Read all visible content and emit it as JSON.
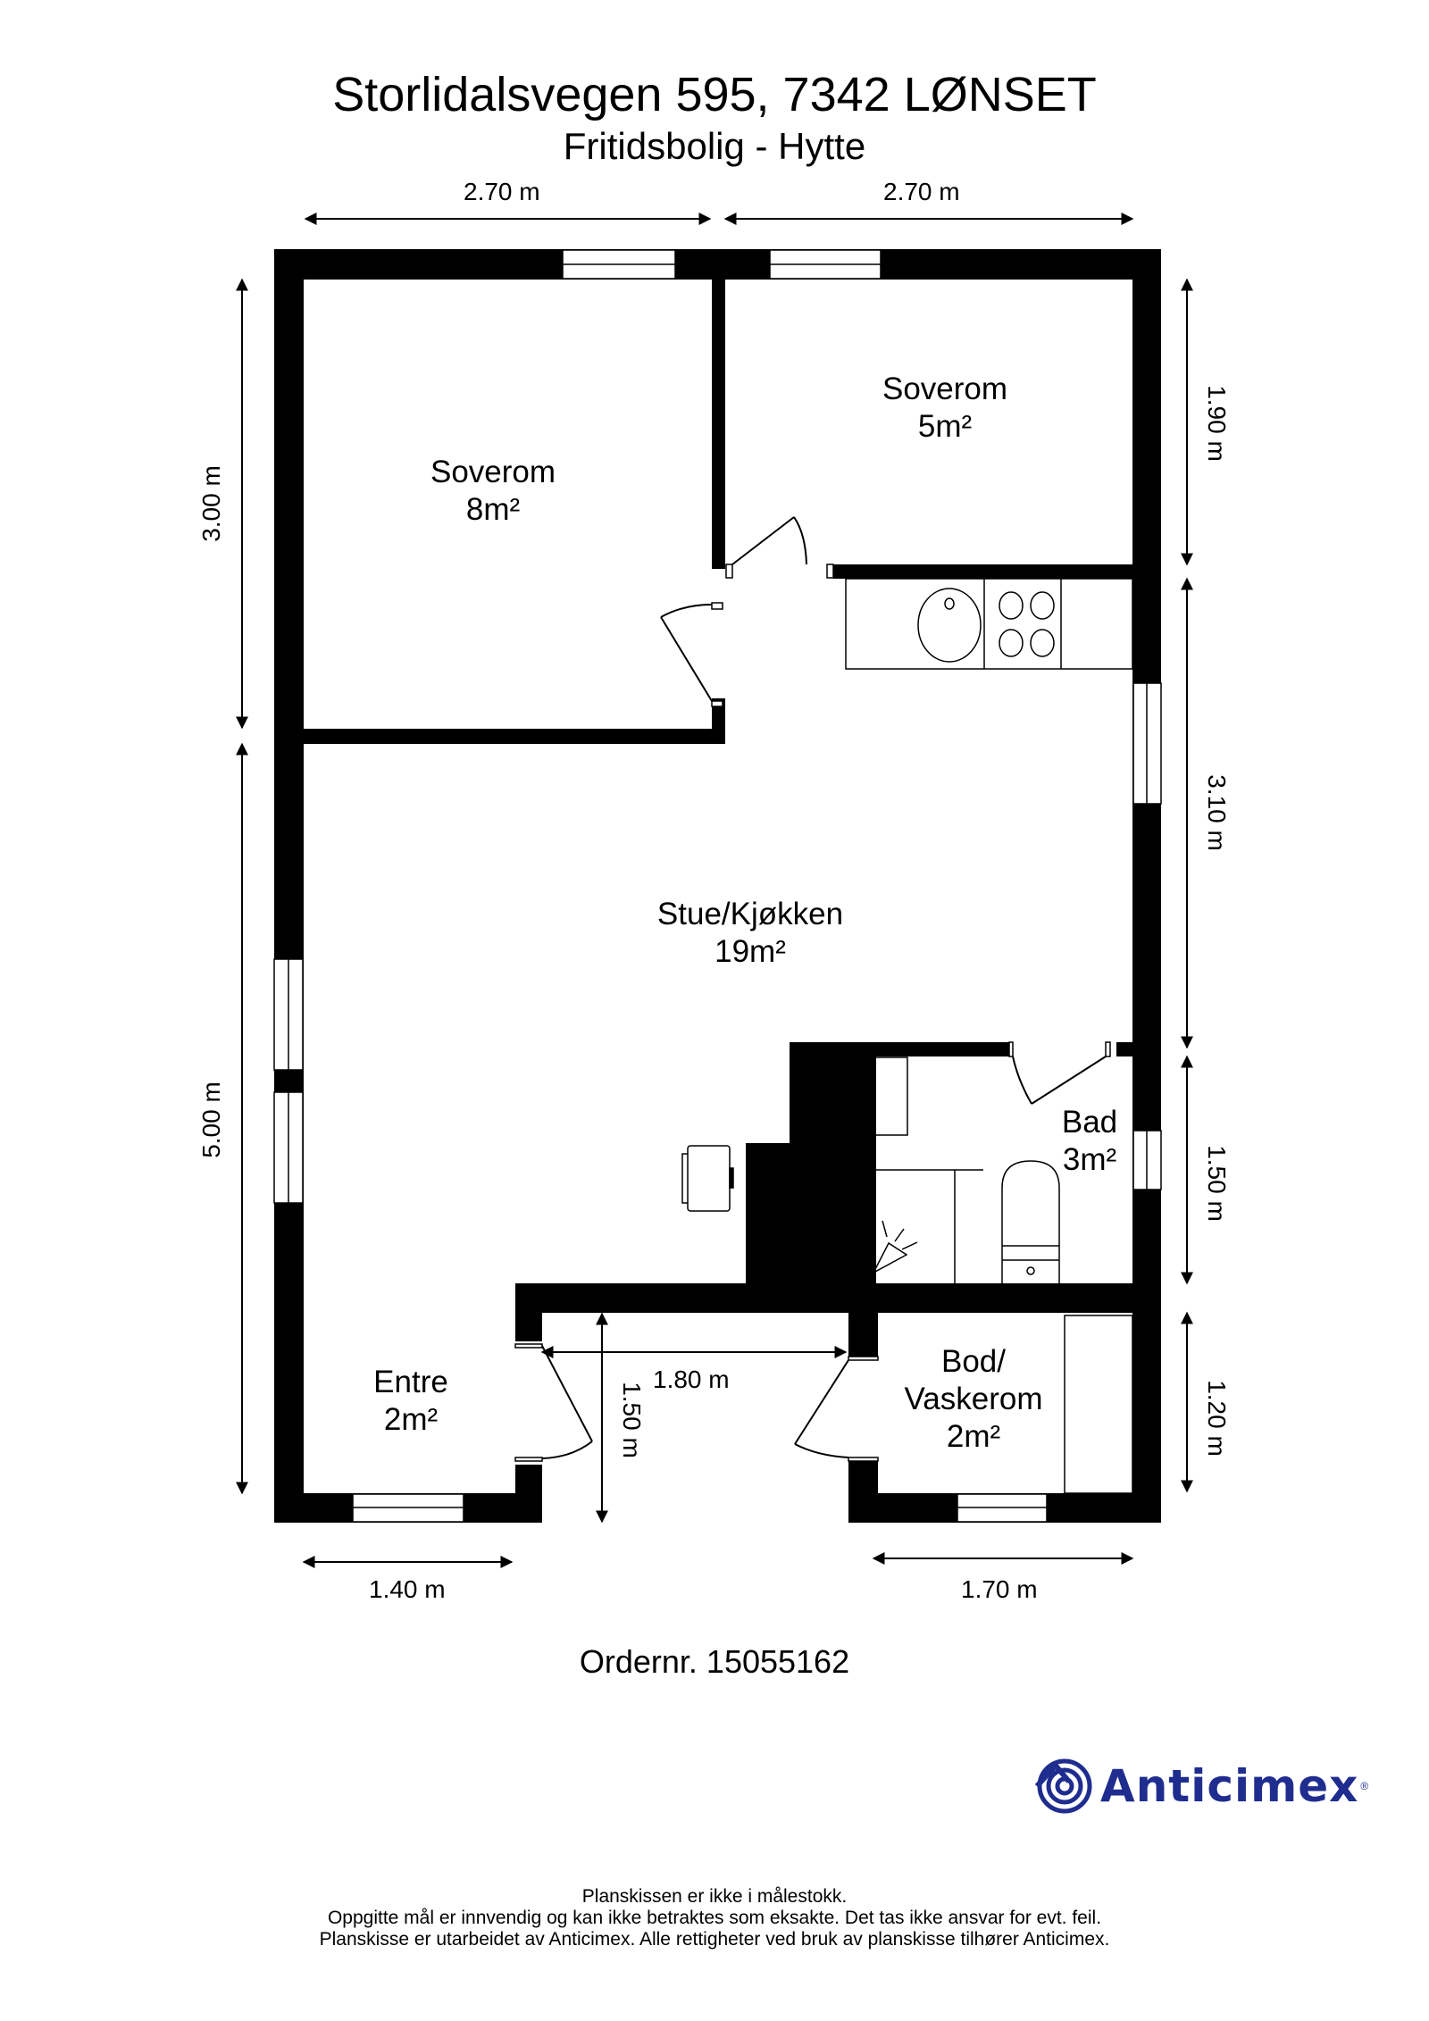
{
  "header": {
    "address": "Storlidalsvegen 595, 7342 LØNSET",
    "property_type": "Fritidsbolig - Hytte"
  },
  "rooms": [
    {
      "name": "Soverom",
      "area": "8m²"
    },
    {
      "name": "Soverom",
      "area": "5m²"
    },
    {
      "name": "Stue/Kjøkken",
      "area": "19m²"
    },
    {
      "name": "Bad",
      "area": "3m²"
    },
    {
      "name": "Entre",
      "area": "2m²"
    },
    {
      "name": "Bod/",
      "name2": "Vaskerom",
      "area": "2m²"
    }
  ],
  "dimensions": {
    "top_left": "2.70 m",
    "top_right": "2.70 m",
    "left_upper": "3.00 m",
    "left_lower": "5.00 m",
    "right_1": "1.90 m",
    "right_2": "3.10 m",
    "right_3": "1.50 m",
    "right_4": "1.20 m",
    "bottom_left": "1.40 m",
    "bottom_right": "1.70 m",
    "porch_width": "1.80 m",
    "porch_depth": "1.50 m"
  },
  "footer": {
    "order_number": "Ordernr. 15055162",
    "logo_text": "Anticimex",
    "logo_registered": "®",
    "disclaimer_lines": [
      "Planskissen er ikke i målestokk.",
      "Oppgitte mål er innvendig og kan ikke betraktes som eksakte. Det tas ikke ansvar for evt. feil.",
      "Planskisse er utarbeidet av Anticimex. Alle rettigheter ved bruk av planskisse tilhører Anticimex."
    ]
  },
  "colors": {
    "wall": "#000000",
    "background": "#ffffff",
    "brand": "#1f2d8f"
  },
  "icons": [
    "sink-icon",
    "stove-icon",
    "shower-icon",
    "toilet-icon",
    "fireplace-icon",
    "anticimex-logo-icon"
  ]
}
